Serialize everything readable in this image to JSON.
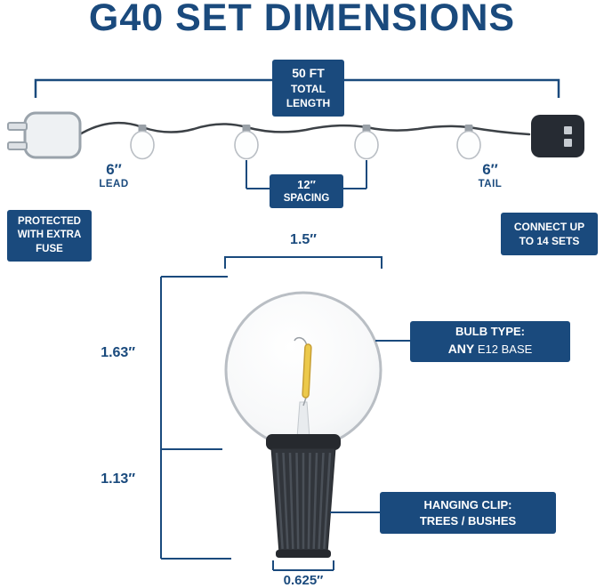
{
  "title": "G40 SET DIMENSIONS",
  "colors": {
    "brand": "#1a4a7d",
    "wire": "#3c4146",
    "filament": "#ecc94b",
    "socket": "#31353b",
    "bulb_outline": "#b9bec4"
  },
  "string": {
    "length_box": {
      "line1": "50 FT",
      "line2": "TOTAL",
      "line3": "LENGTH"
    },
    "lead": {
      "value": "6″",
      "label": "LEAD"
    },
    "spacing": {
      "value": "12″",
      "label": "SPACING"
    },
    "tail": {
      "value": "6″",
      "label": "TAIL"
    },
    "fuse_box": {
      "line1": "PROTECTED",
      "line2": "WITH EXTRA",
      "line3": "FUSE"
    },
    "connect_box": {
      "line1": "CONNECT UP",
      "line2": "TO 14 SETS"
    }
  },
  "bulb": {
    "width_top": "1.5″",
    "height_glass": "1.63″",
    "height_base": "1.13″",
    "width_base": "0.625″",
    "type_box": {
      "line1": "BULB TYPE:",
      "em": "ANY",
      "rest": " E12 BASE"
    },
    "clip_box": {
      "line1": "HANGING CLIP:",
      "line2": "TREES / BUSHES"
    }
  }
}
